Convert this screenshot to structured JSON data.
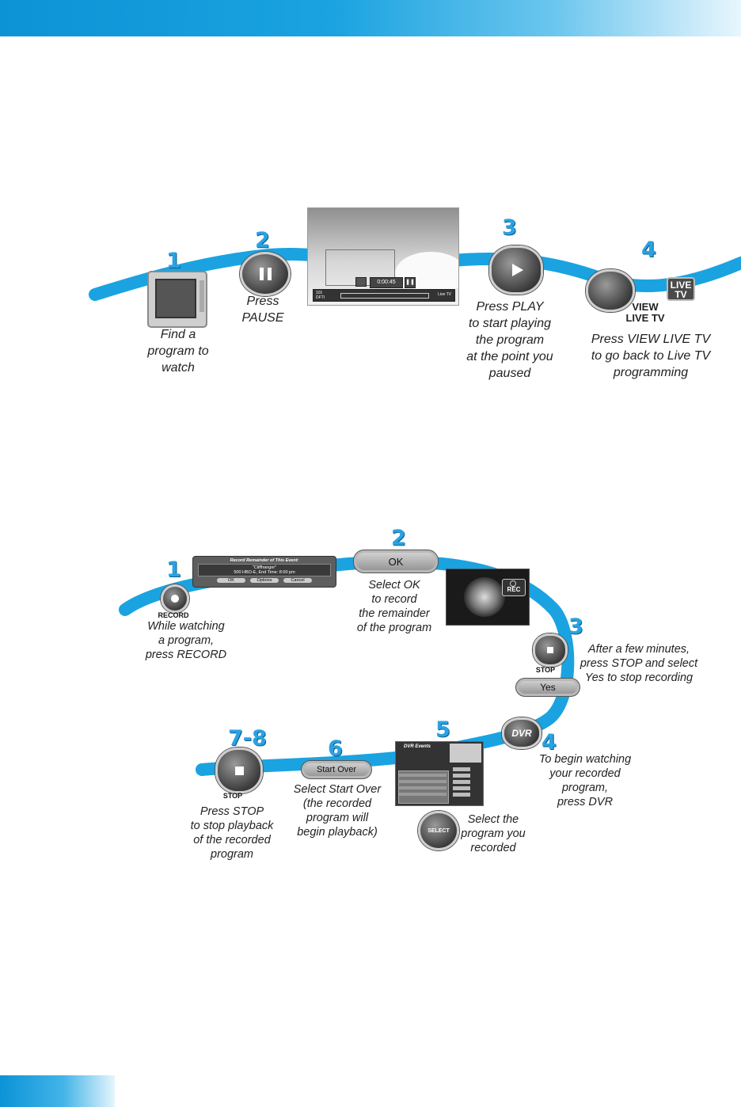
{
  "section1": {
    "steps": [
      {
        "num": "1",
        "caption": [
          "Find a",
          "program to",
          "watch"
        ]
      },
      {
        "num": "2",
        "caption": [
          "Press",
          "PAUSE"
        ]
      },
      {
        "num": "3",
        "caption": [
          "Press PLAY",
          "to start playing",
          "the program",
          "at the point you",
          "paused"
        ]
      },
      {
        "num": "4",
        "caption": [
          "Press VIEW LIVE TV",
          "to go back to Live TV",
          "programming"
        ]
      }
    ],
    "screen": {
      "time": "0:00:45",
      "channel": "101",
      "channel_sub": "DFTI",
      "live_label": "Live TV"
    },
    "view_live_label": [
      "VIEW",
      "LIVE TV"
    ],
    "live_tv_key": [
      "LIVE",
      "TV"
    ]
  },
  "section2": {
    "steps": [
      {
        "num": "1",
        "label": "RECORD",
        "caption": [
          "While watching",
          "a program,",
          "press RECORD"
        ]
      },
      {
        "num": "2",
        "button": "OK",
        "caption": [
          "Select OK",
          "to record",
          "the remainder",
          "of the program"
        ]
      },
      {
        "num": "3",
        "label": "STOP",
        "button": "Yes",
        "caption": [
          "After a few minutes,",
          "press STOP and select",
          "Yes to stop recording"
        ]
      },
      {
        "num": "4",
        "label": "DVR",
        "caption": [
          "To begin watching",
          "your recorded",
          "program,",
          "press DVR"
        ]
      },
      {
        "num": "5",
        "label": "SELECT",
        "caption": [
          "Select the",
          "program you",
          "recorded"
        ]
      },
      {
        "num": "6",
        "button": "Start Over",
        "caption": [
          "Select Start Over",
          "(the recorded",
          "program will",
          "begin playback)"
        ]
      },
      {
        "num": "7-8",
        "label": "STOP",
        "caption": [
          "Press STOP",
          "to stop playback",
          "of the recorded",
          "program"
        ]
      }
    ],
    "dialog": {
      "title": "Record Remainder of This Event:",
      "event": "\"Cliffhanger\"",
      "details": "500 HBO-E, End Time: 8:00 pm",
      "buttons": [
        "OK",
        "Options",
        "Cancel"
      ]
    },
    "rec_badge": "REC",
    "dvr_screen_title": "DVR Events"
  },
  "colors": {
    "accent": "#2aa2e2",
    "ribbon": "#1aa3e0",
    "button": "#4a4a4a"
  }
}
